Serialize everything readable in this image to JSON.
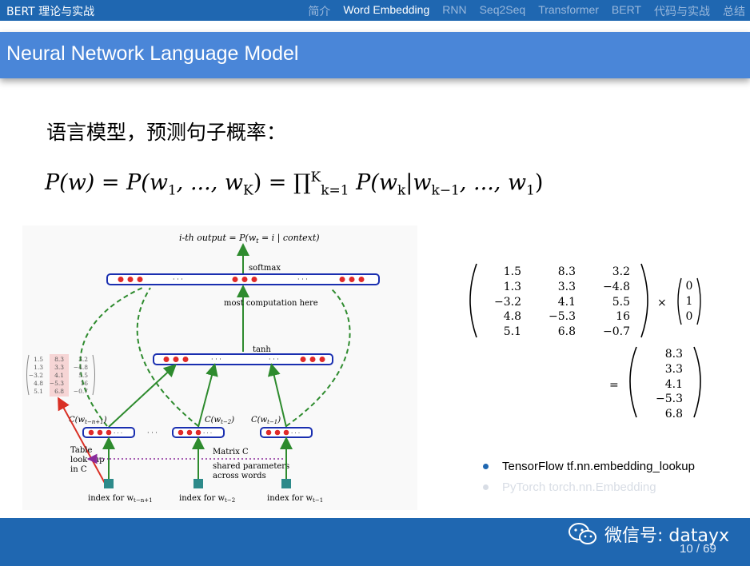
{
  "header": {
    "brand": "BERT 理论与实战",
    "nav": [
      "简介",
      "Word Embedding",
      "RNN",
      "Seq2Seq",
      "Transformer",
      "BERT",
      "代码与实战",
      "总结"
    ],
    "active_nav": "Word Embedding"
  },
  "slide": {
    "title": "Neural Network Language Model",
    "heading": "语言模型，预测句子概率：",
    "formula": {
      "lhs": "P(w) = P(w",
      "seq": "1",
      "ellipsis": ", ..., w",
      "K": "K",
      "prod_sup": "K",
      "prod_sub": "k=1",
      "rhs_a": "P(w",
      "k": "k",
      "rhs_b": "|w",
      "km1": "k−1",
      "rhs_c": ", ..., w",
      "one": "1",
      "close": ")"
    }
  },
  "diagram": {
    "output_label": "i-th output = P(w",
    "output_sub": "t",
    "output_rest": " = i | context)",
    "softmax": "softmax",
    "most_computation": "most  computation here",
    "tanh": "tanh",
    "c_labels": [
      "C(w",
      "C(w",
      "C(w"
    ],
    "c_subs": [
      "t−n+1",
      "t−2",
      "t−1"
    ],
    "dots": "· · ·",
    "table_lookup": [
      "Table",
      "look−up",
      "in C"
    ],
    "matrix_c": "Matrix C",
    "shared": [
      "shared parameters",
      "across words"
    ],
    "index_prefix": "index for w",
    "index_subs": [
      "t−n+1",
      "t−2",
      "t−1"
    ],
    "small_matrix": [
      [
        "1.5",
        "8.3",
        "3.2"
      ],
      [
        "1.3",
        "3.3",
        "−4.8"
      ],
      [
        "−3.2",
        "4.1",
        "5.5"
      ],
      [
        "4.8",
        "−5.3",
        "16"
      ],
      [
        "5.1",
        "6.8",
        "−0.7"
      ]
    ]
  },
  "math": {
    "matrix": [
      [
        "1.5",
        "8.3",
        "3.2"
      ],
      [
        "1.3",
        "3.3",
        "−4.8"
      ],
      [
        "−3.2",
        "4.1",
        "5.5"
      ],
      [
        "4.8",
        "−5.3",
        "16"
      ],
      [
        "5.1",
        "6.8",
        "−0.7"
      ]
    ],
    "times": "×",
    "vector": [
      "0",
      "1",
      "0"
    ],
    "equals": "=",
    "result": [
      "8.3",
      "3.3",
      "4.1",
      "−5.3",
      "6.8"
    ]
  },
  "bullets": [
    {
      "text": "TensorFlow tf.nn.embedding_lookup",
      "faded": false
    },
    {
      "text": "PyTorch torch.nn.Embedding",
      "faded": true
    }
  ],
  "footer": {
    "wechat": "微信号: datayx",
    "page": "10 / 69"
  },
  "colors": {
    "topbar": "#1f67b1",
    "titlebar": "#4a86d8",
    "node_red": "#e02a2a",
    "arrow_green": "#2e8b2e",
    "lookup_red": "#d93025",
    "shared_purple": "#8a2a9b",
    "index_teal": "#2d8a8a"
  }
}
